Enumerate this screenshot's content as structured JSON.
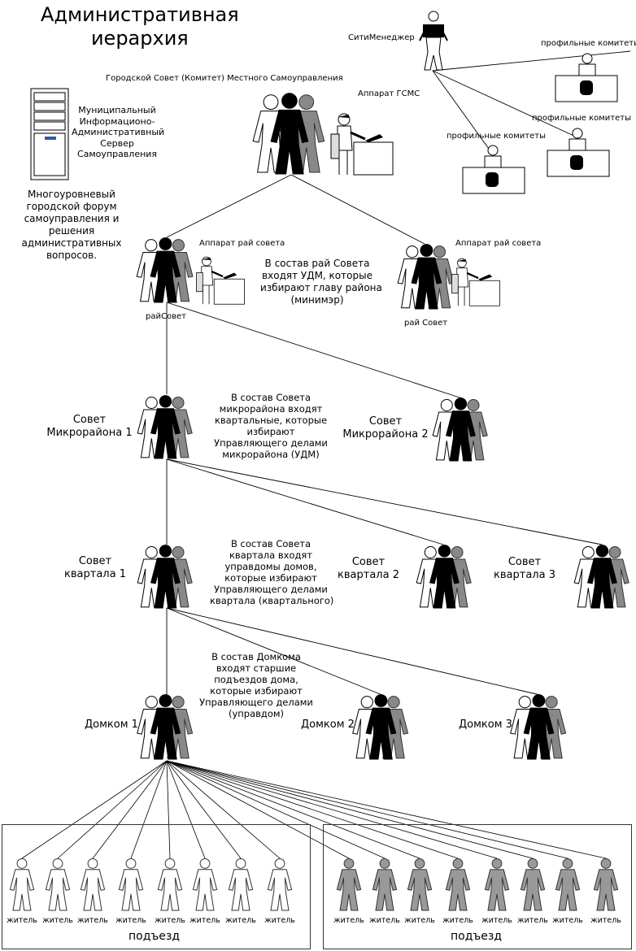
{
  "title_line1": "Административная",
  "title_line2": "иерархия",
  "city_manager": "СитиМенеджер",
  "city_council": "Городской Совет (Комитет)  Местного Самоуправления",
  "gsms_staff": "Аппарат ГСМС",
  "profile_committees": "профильные комитеты",
  "server": [
    "Муниципальный",
    "Информационо-",
    "Административный",
    "Сервер",
    "Самоуправления"
  ],
  "forum": [
    "Многоуровневый",
    "городской форум",
    "самоуправления и",
    "решения",
    "административных",
    "вопросов."
  ],
  "district_staff": "Аппарат рай совета",
  "district_council": "райСовет",
  "district_council_2": "рай Совет",
  "district_note": [
    "В состав рай Совета",
    "входят УДМ, которые",
    "избирают главу района",
    "(минимэр)"
  ],
  "micro1": [
    "Совет",
    "Микрорайона 1"
  ],
  "micro2": [
    "Совет",
    "Микрорайона 2"
  ],
  "micro_note": [
    "В состав Совета",
    "микрорайона входят",
    "квартальные, которые",
    "избирают",
    "Управляющего делами",
    "микрорайона (УДМ)"
  ],
  "q1": [
    "Совет",
    "квартала  1"
  ],
  "q2": [
    "Совет",
    "квартала 2"
  ],
  "q3": [
    "Совет",
    "квартала 3"
  ],
  "quarter_note": [
    "В состав Совета",
    "квартала входят",
    "управдомы домов,",
    "которые избирают",
    "Управляющего делами",
    "квартала (квартального)"
  ],
  "house_note": [
    "В состав Домкома",
    "входят старшие",
    "подъездов дома,",
    "которые избирают",
    "Управляющего делами",
    "(управдом)"
  ],
  "domkom1": "Домком 1",
  "domkom2": "Домком 2",
  "domkom3": "Домком 3",
  "resident": "житель",
  "entrance": "подъезд"
}
